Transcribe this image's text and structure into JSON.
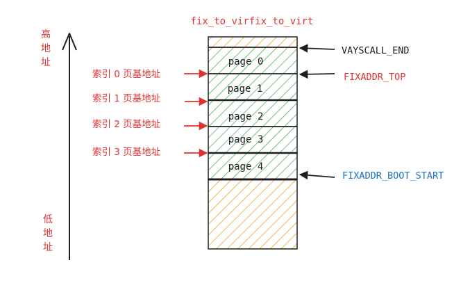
{
  "diagram": {
    "title": "fix_to_virfix_to_virt",
    "axis": {
      "high_chars": [
        "高",
        "地",
        "址"
      ],
      "low_chars": [
        "低",
        "地",
        "址"
      ]
    },
    "pages": [
      "page 0",
      "page 1",
      "page 2",
      "page 3",
      "page 4"
    ],
    "index_labels": [
      "索引 0 页基地址",
      "索引 1 页基地址",
      "索引 2 页基地址",
      "索引 3 页基地址"
    ],
    "markers": {
      "vayscall_end": "VAYSCALL_END",
      "fixaddr_top": "FIXADDR_TOP",
      "fixaddr_boot_start": "FIXADDR_BOOT_START"
    },
    "colors": {
      "red": "#e03131",
      "blue": "#1971c2",
      "green": "#2f9e44",
      "orange": "#f08c00",
      "ink": "#1e1e1e"
    }
  }
}
